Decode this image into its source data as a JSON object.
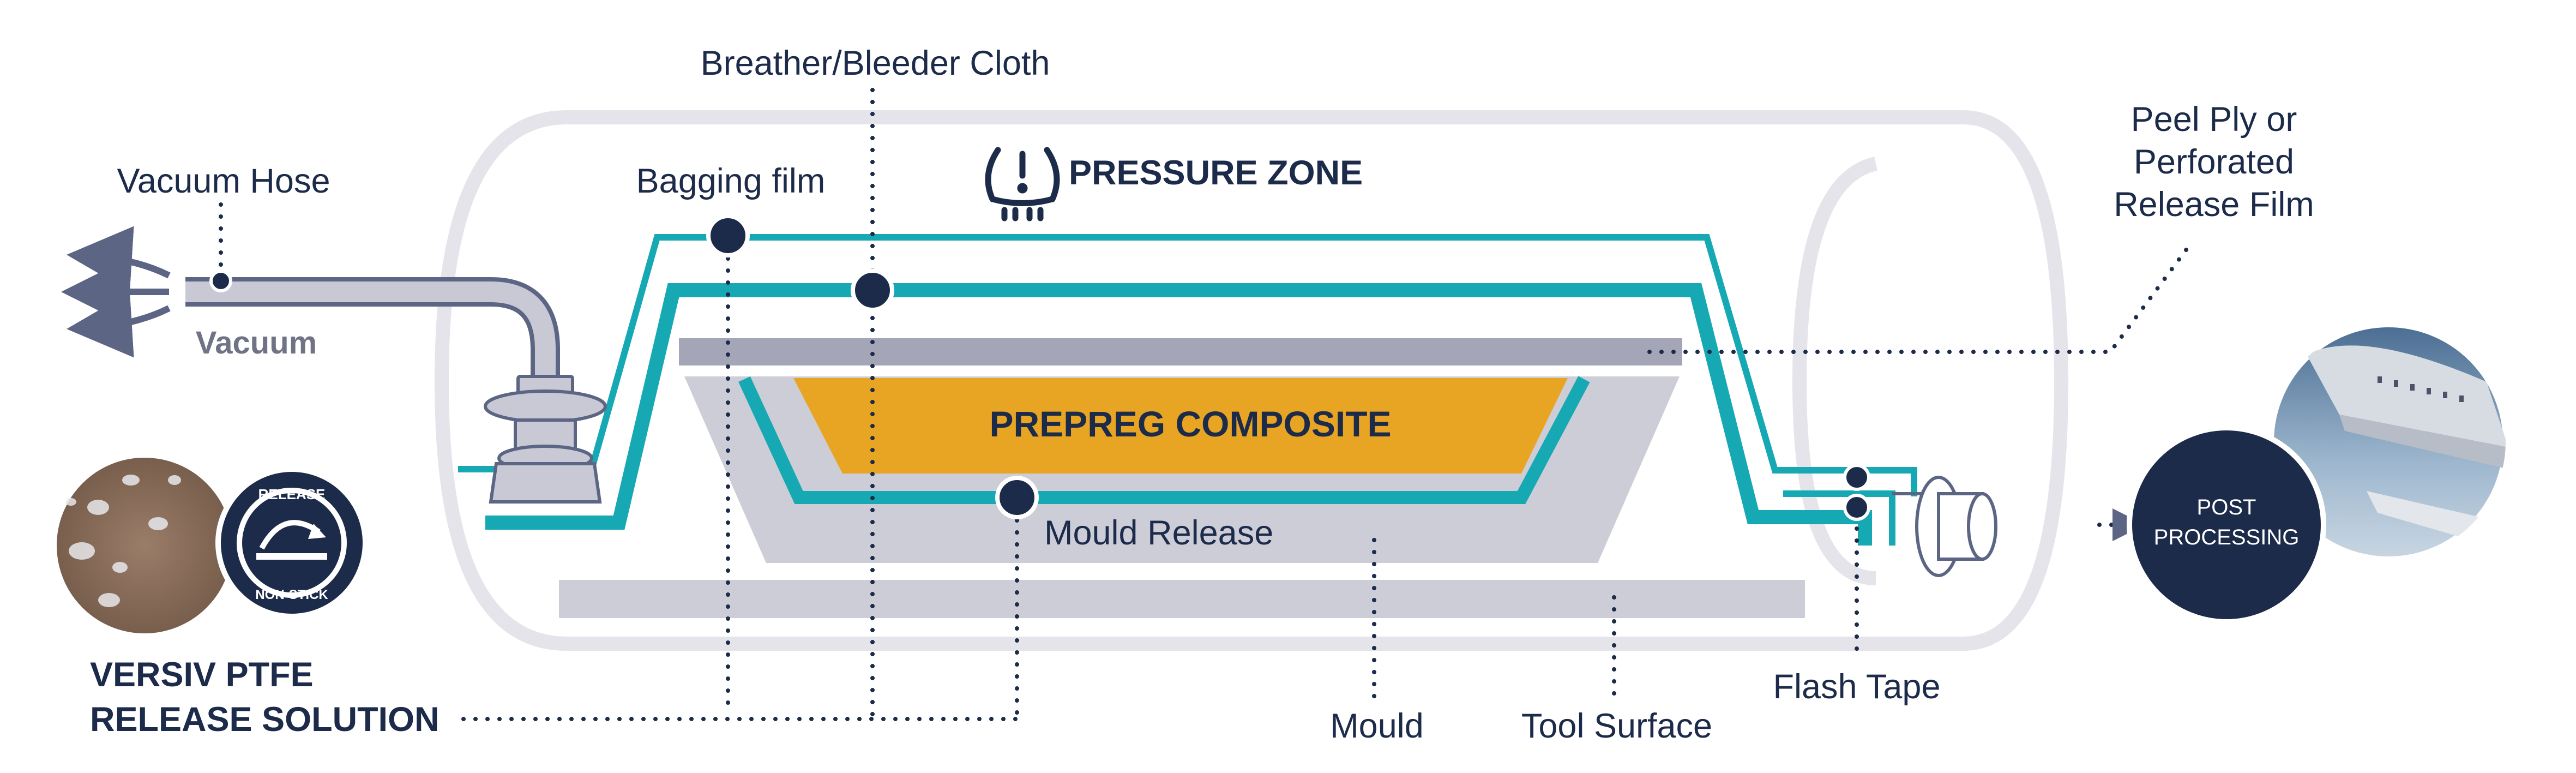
{
  "labels": {
    "vacuum_hose": "Vacuum Hose",
    "vacuum": "Vacuum",
    "bagging_film": "Bagging film",
    "breather_bleeder": "Breather/Bleeder Cloth",
    "pressure_zone": "PRESSURE ZONE",
    "peel_ply_line1": "Peel Ply or",
    "peel_ply_line2": "Perforated",
    "peel_ply_line3": "Release Film",
    "prepreg_composite": "PREPREG COMPOSITE",
    "mould_release": "Mould Release",
    "mould": "Mould",
    "tool_surface": "Tool Surface",
    "flash_tape": "Flash Tape",
    "post_processing_line1": "POST",
    "post_processing_line2": "PROCESSING",
    "versiv_line1": "VERSIV PTFE",
    "versiv_line2": "RELEASE SOLUTION",
    "badge_top": "RELEASE",
    "badge_bottom": "NON-STICK"
  },
  "icons": {
    "pressure": "pressure-warning-icon",
    "arrows": "vacuum-arrows-icon",
    "release_badge": "release-non-stick-badge-icon",
    "airplane": "airplane-photo"
  },
  "colors": {
    "navy": "#1d2b4a",
    "teal": "#16a9b4",
    "composite": "#e8a523",
    "grey_layer": "#a4a6b7",
    "mould_grey": "#cdcdd8",
    "pressure_outline": "#e4e4ea",
    "hose_grey": "#c8c9d4",
    "vacuum_text": "#6f7385"
  }
}
